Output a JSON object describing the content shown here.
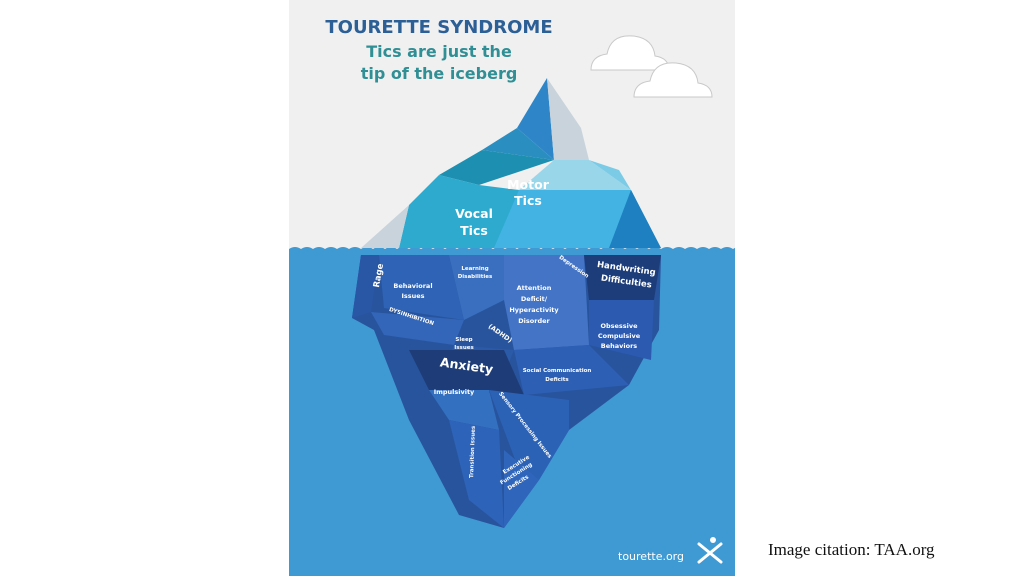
{
  "poster": {
    "title": "TOURETTE SYNDROME",
    "subtitle_line1": "Tics are just the",
    "subtitle_line2": "tip of the iceberg",
    "footer_url": "tourette.org",
    "colors": {
      "sky": "#f0f0f1",
      "water": "#3f9ad3",
      "title": "#2b5f95",
      "subtitle": "#2f8f94"
    }
  },
  "above_water": {
    "motor_tics_line1": "Motor",
    "motor_tics_line2": "Tics",
    "vocal_tics_line1": "Vocal",
    "vocal_tics_line2": "Tics"
  },
  "below_water": {
    "rage": "Rage",
    "behavioral_line1": "Behavioral",
    "behavioral_line2": "Issues",
    "learning_line1": "Learning",
    "learning_line2": "Disabilities",
    "depression": "Depression",
    "handwriting_line1": "Handwriting",
    "handwriting_line2": "Difficulties",
    "adhd_line1": "Attention",
    "adhd_line2": "Deficit/",
    "adhd_line3": "Hyperactivity",
    "adhd_line4": "Disorder",
    "adhd_abbr": "(ADHD)",
    "disinhibition": "DYSINHIBITION",
    "ocb_line1": "Obsessive",
    "ocb_line2": "Compulsive",
    "ocb_line3": "Behaviors",
    "sleep_line1": "Sleep",
    "sleep_line2": "Issues",
    "anxiety": "Anxiety",
    "social_line1": "Social Communication",
    "social_line2": "Deficits",
    "impulsivity": "Impulsivity",
    "sensory": "Sensory Processing Issues",
    "transition": "Transition Issues",
    "executive_line1": "Executive",
    "executive_line2": "Functioning",
    "executive_line3": "Deficits"
  },
  "citation": "Image citation: TAA.org"
}
